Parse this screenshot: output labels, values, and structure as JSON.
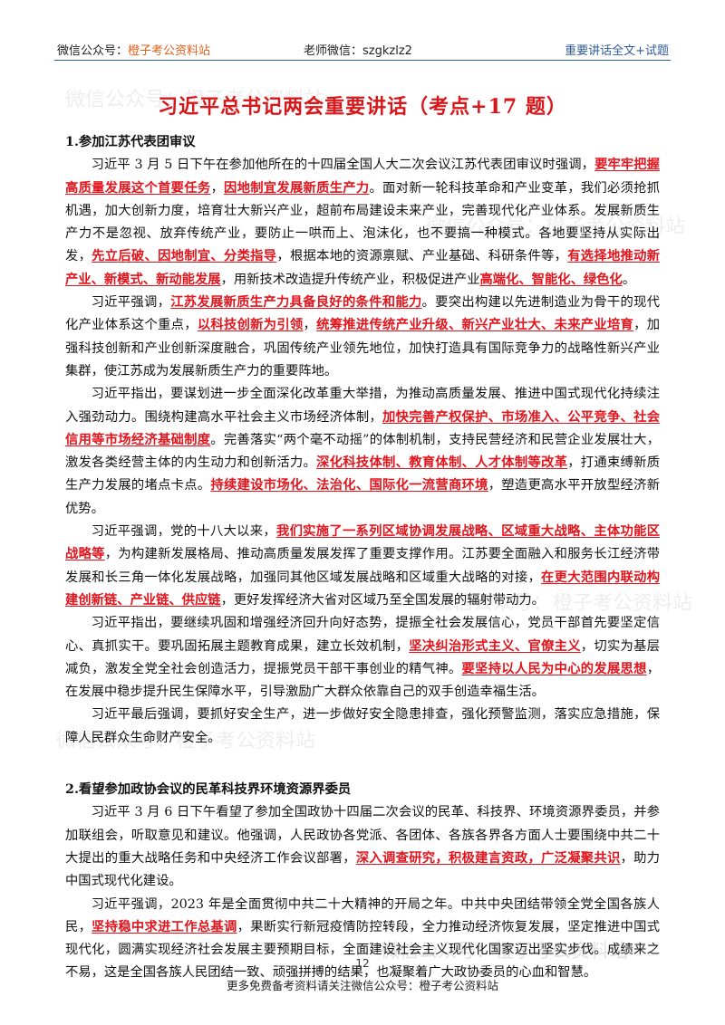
{
  "header": {
    "left_prefix": "微信公众号：",
    "left_name": "橙子考公资料站",
    "middle": "老师微信：szgkzlz2",
    "right": "重要讲话全文+试题"
  },
  "watermark": "微信公众号：橙子考公资料站",
  "title": "习近平总书记两会重要讲话（考点+17 题）",
  "sections": [
    {
      "heading": "1.参加江苏代表团审议",
      "paragraphs": [
        [
          {
            "t": "习近平 3 月 5 日下午在参加他所在的十四届全国人大二次会议江苏代表团审议时强调，",
            "h": false
          },
          {
            "t": "要牢牢把握高质量发展这个首要任务",
            "h": true
          },
          {
            "t": "，",
            "h": false
          },
          {
            "t": "因地制宜发展新质生产力",
            "h": true
          },
          {
            "t": "。面对新一轮科技革命和产业变革，我们必须抢抓机遇，加大创新力度，培育壮大新兴产业，超前布局建设未来产业，完善现代化产业体系。发展新质生产力不是忽视、放弃传统产业，要防止一哄而上、泡沫化，也不要搞一种模式。各地要坚持从实际出发，",
            "h": false
          },
          {
            "t": "先立后破、因地制宜、分类指导",
            "h": true
          },
          {
            "t": "，根据本地的资源禀赋、产业基础、科研条件等，",
            "h": false
          },
          {
            "t": "有选择地推动新产业、新模式、新动能发展",
            "h": true
          },
          {
            "t": "，用新技术改造提升传统产业，积极促进产业",
            "h": false
          },
          {
            "t": "高端化、智能化、绿色化",
            "h": true
          },
          {
            "t": "。",
            "h": false
          }
        ],
        [
          {
            "t": "习近平强调，",
            "h": false
          },
          {
            "t": "江苏发展新质生产力具备良好的条件和能力",
            "h": true
          },
          {
            "t": "。要突出构建以先进制造业为骨干的现代化产业体系这个重点，",
            "h": false
          },
          {
            "t": "以科技创新为引领",
            "h": true
          },
          {
            "t": "，",
            "h": false
          },
          {
            "t": "统筹推进传统产业升级、新兴产业壮大、未来产业培育",
            "h": true
          },
          {
            "t": "，加强科技创新和产业创新深度融合，巩固传统产业领先地位，加快打造具有国际竞争力的战略性新兴产业集群，使江苏成为发展新质生产力的重要阵地。",
            "h": false
          }
        ],
        [
          {
            "t": "习近平指出，要谋划进一步全面深化改革重大举措，为推动高质量发展、推进中国式现代化持续注入强劲动力。围绕构建高水平社会主义市场经济体制，",
            "h": false
          },
          {
            "t": "加快完善产权保护、市场准入、公平竞争、社会信用等市场经济基础制度",
            "h": true
          },
          {
            "t": "。完善落实“两个毫不动摇”的体制机制，支持民营经济和民营企业发展壮大，激发各类经营主体的内生动力和创新活力。",
            "h": false
          },
          {
            "t": "深化科技体制、教育体制、人才体制等改革",
            "h": true
          },
          {
            "t": "，打通束缚新质生产力发展的堵点卡点。",
            "h": false
          },
          {
            "t": "持续建设市场化、法治化、国际化一流营商环境",
            "h": true
          },
          {
            "t": "，塑造更高水平开放型经济新优势。",
            "h": false
          }
        ],
        [
          {
            "t": "习近平强调，党的十八大以来，",
            "h": false
          },
          {
            "t": "我们实施了一系列区域协调发展战略、区域重大战略、主体功能区战略等",
            "h": true
          },
          {
            "t": "，为构建新发展格局、推动高质量发展发挥了重要支撑作用。江苏要全面融入和服务长江经济带发展和长三角一体化发展战略，加强同其他区域发展战略和区域重大战略的对接，",
            "h": false
          },
          {
            "t": "在更大范围内联动构建创新链、产业链、供应链",
            "h": true
          },
          {
            "t": "，更好发挥经济大省对区域乃至全国发展的辐射带动力。",
            "h": false
          }
        ],
        [
          {
            "t": "习近平指出，要继续巩固和增强经济回升向好态势，提振全社会发展信心，党员干部首先要坚定信心、真抓实干。要巩固拓展主题教育成果，建立长效机制，",
            "h": false
          },
          {
            "t": "坚决纠治形式主义、官僚主义",
            "h": true
          },
          {
            "t": "，切实为基层减负，激发全党全社会创造活力，提振党员干部干事创业的精气神。",
            "h": false
          },
          {
            "t": "要坚持以人民为中心的发展思想",
            "h": true
          },
          {
            "t": "，在发展中稳步提升民生保障水平，引导激励广大群众依靠自己的双手创造幸福生活。",
            "h": false
          }
        ],
        [
          {
            "t": "习近平最后强调，要抓好安全生产，进一步做好安全隐患排查，强化预警监测，落实应急措施，保障人民群众生命财产安全。",
            "h": false
          }
        ]
      ]
    },
    {
      "heading": "2.看望参加政协会议的民革科技界环境资源界委员",
      "paragraphs": [
        [
          {
            "t": "习近平 3 月 6 日下午看望了参加全国政协十四届二次会议的民革、科技界、环境资源界委员，并参加联组会，听取意见和建议。他强调，人民政协各党派、各团体、各族各界各方面人士要围绕中共二十大提出的重大战略任务和中央经济工作会议部署，",
            "h": false
          },
          {
            "t": "深入调查研究，积极建言资政，广泛凝聚共识",
            "h": true
          },
          {
            "t": "，助力中国式现代化建设。",
            "h": false
          }
        ],
        [
          {
            "t": "习近平强调，2023 年是全面贯彻中共二十大精神的开局之年。中共中央团结带领全党全国各族人民，",
            "h": false
          },
          {
            "t": "坚持稳中求进工作总基调",
            "h": true
          },
          {
            "t": "，果断实行新冠疫情防控转段，全力推动经济恢复发展，坚定推进中国式现代化，圆满实现经济社会发展主要预期目标，全面建设社会主义现代化国家迈出坚实步伐。成绩来之不易，这是全国各族人民团结一致、顽强拼搏的结果，也凝聚着广大政协委员的心血和智慧。",
            "h": false
          }
        ]
      ]
    }
  ],
  "page_number": "12",
  "footer": "更多免费备考资料请关注微信公众号：橙子考公资料站"
}
